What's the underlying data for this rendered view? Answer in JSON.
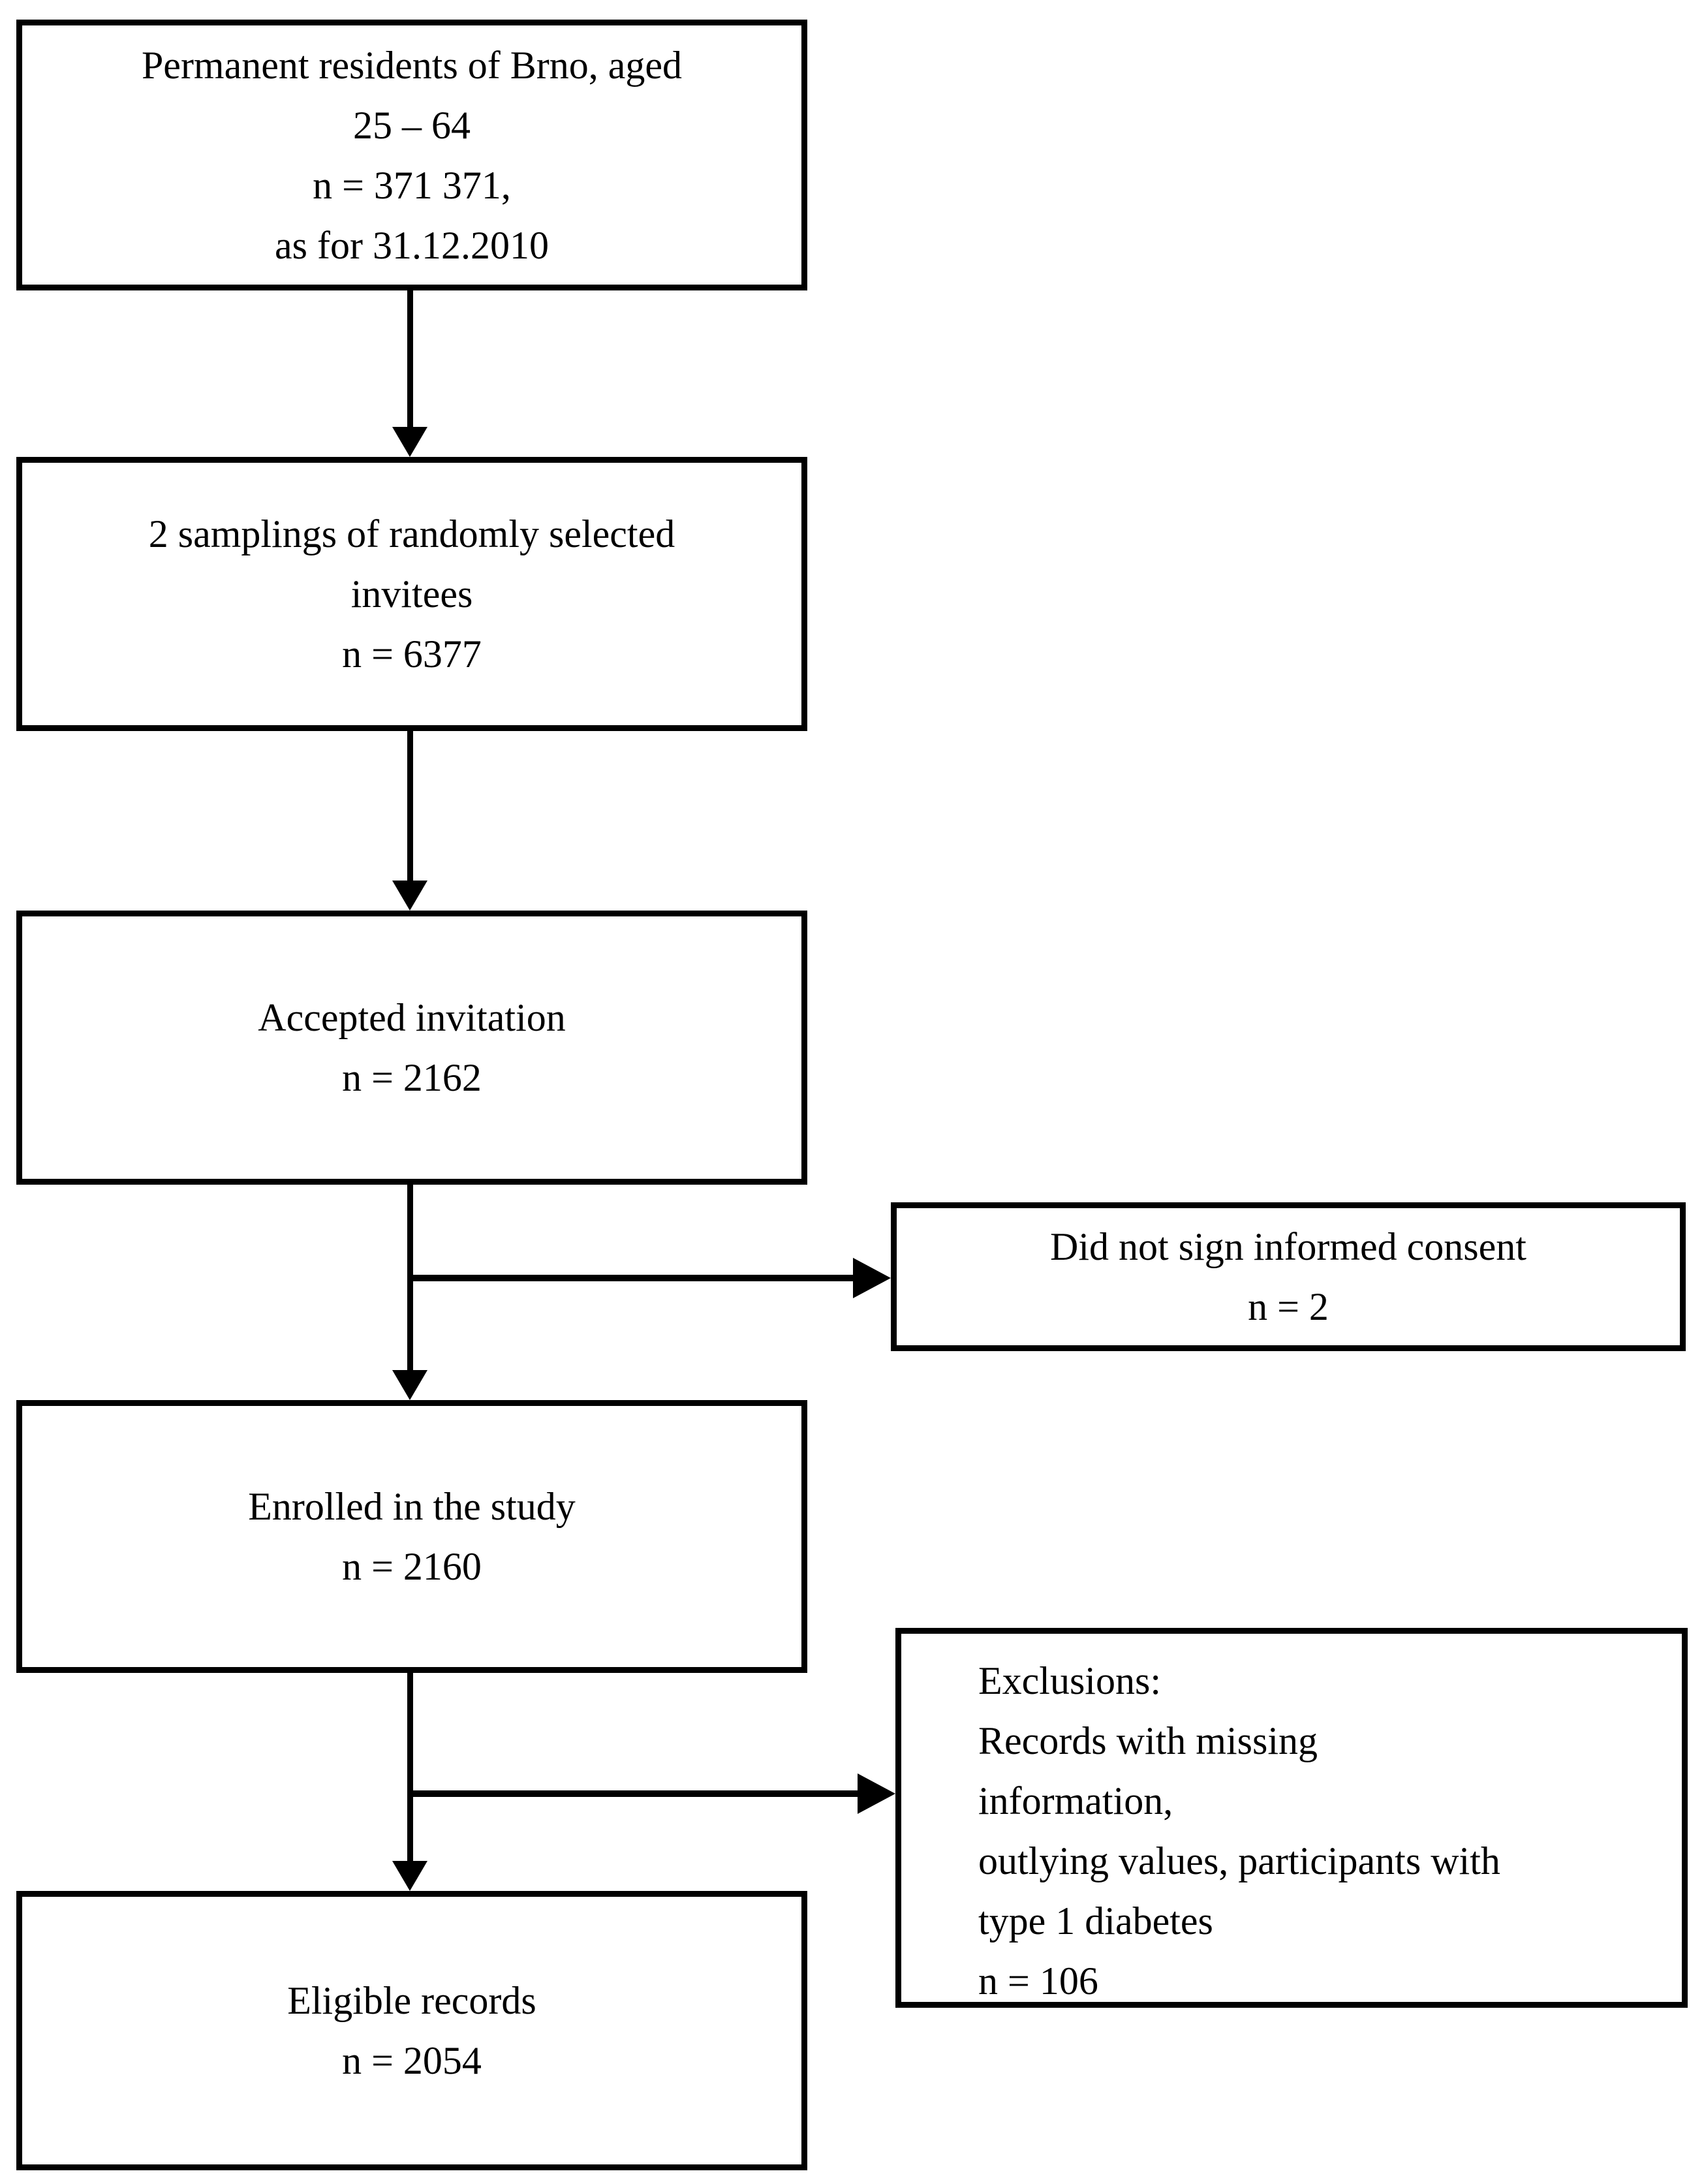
{
  "flow": {
    "population": {
      "lines": [
        "Permanent residents of Brno, aged",
        "25 – 64",
        "n = 371 371,",
        "as for 31.12.2010"
      ]
    },
    "samplings": {
      "lines": [
        "2 samplings of randomly selected",
        "invitees",
        "n = 6377"
      ]
    },
    "accepted": {
      "lines": [
        "Accepted invitation",
        "n = 2162"
      ]
    },
    "no_consent": {
      "lines": [
        "Did not sign informed consent",
        "n = 2"
      ]
    },
    "enrolled": {
      "lines": [
        "Enrolled in the study",
        "n = 2160"
      ]
    },
    "exclusions": {
      "lines": [
        "Exclusions:",
        "Records with missing",
        "information,",
        "outlying values, participants with",
        "type 1 diabetes",
        "n = 106"
      ]
    },
    "eligible": {
      "lines": [
        "Eligible records",
        "n = 2054"
      ]
    }
  },
  "colors": {
    "line": "#000000",
    "text": "#000000",
    "background": "#ffffff"
  }
}
